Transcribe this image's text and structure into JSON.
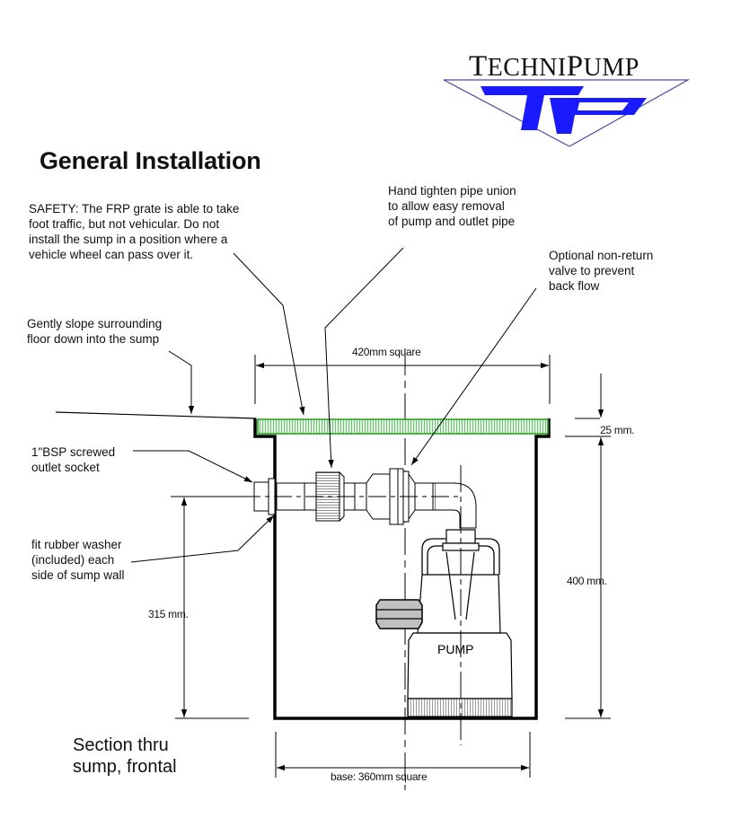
{
  "logo": {
    "brand_text_prefix_big": "T",
    "brand_text_part1": "ECHNI",
    "brand_text_prefix2_big": "P",
    "brand_text_part2": "UMP",
    "monogram": "TP",
    "accent_color": "#1a1aff",
    "outline_color": "#4a4aa8"
  },
  "title": "General Installation",
  "notes": {
    "safety": "SAFETY: The FRP grate is able to take\nfoot traffic, but not vehicular. Do not\ninstall the sump in a position where a\nvehicle wheel can pass over it.",
    "pipe_union": "Hand tighten pipe union\nto allow easy removal\nof pump and outlet pipe",
    "non_return_valve": "Optional non-return\nvalve to prevent\nback flow",
    "slope_floor": "Gently slope surrounding\nfloor down into the sump",
    "outlet_socket": "1\"BSP screwed\noutlet socket",
    "rubber_washer": "fit rubber washer\n(included) each\nside of sump wall"
  },
  "dimensions": {
    "top_width": "420mm square",
    "grate_thickness": "25 mm.",
    "sump_height": "400 mm.",
    "outlet_height": "315 mm.",
    "base_width": "base: 360mm square"
  },
  "pump_label": "PUMP",
  "caption": "Section thru\nsump, frontal",
  "colors": {
    "grate_green": "#1f9e1f",
    "grate_fill": "#e2f5e2",
    "pump_handle_gray": "#c0c0c0"
  }
}
